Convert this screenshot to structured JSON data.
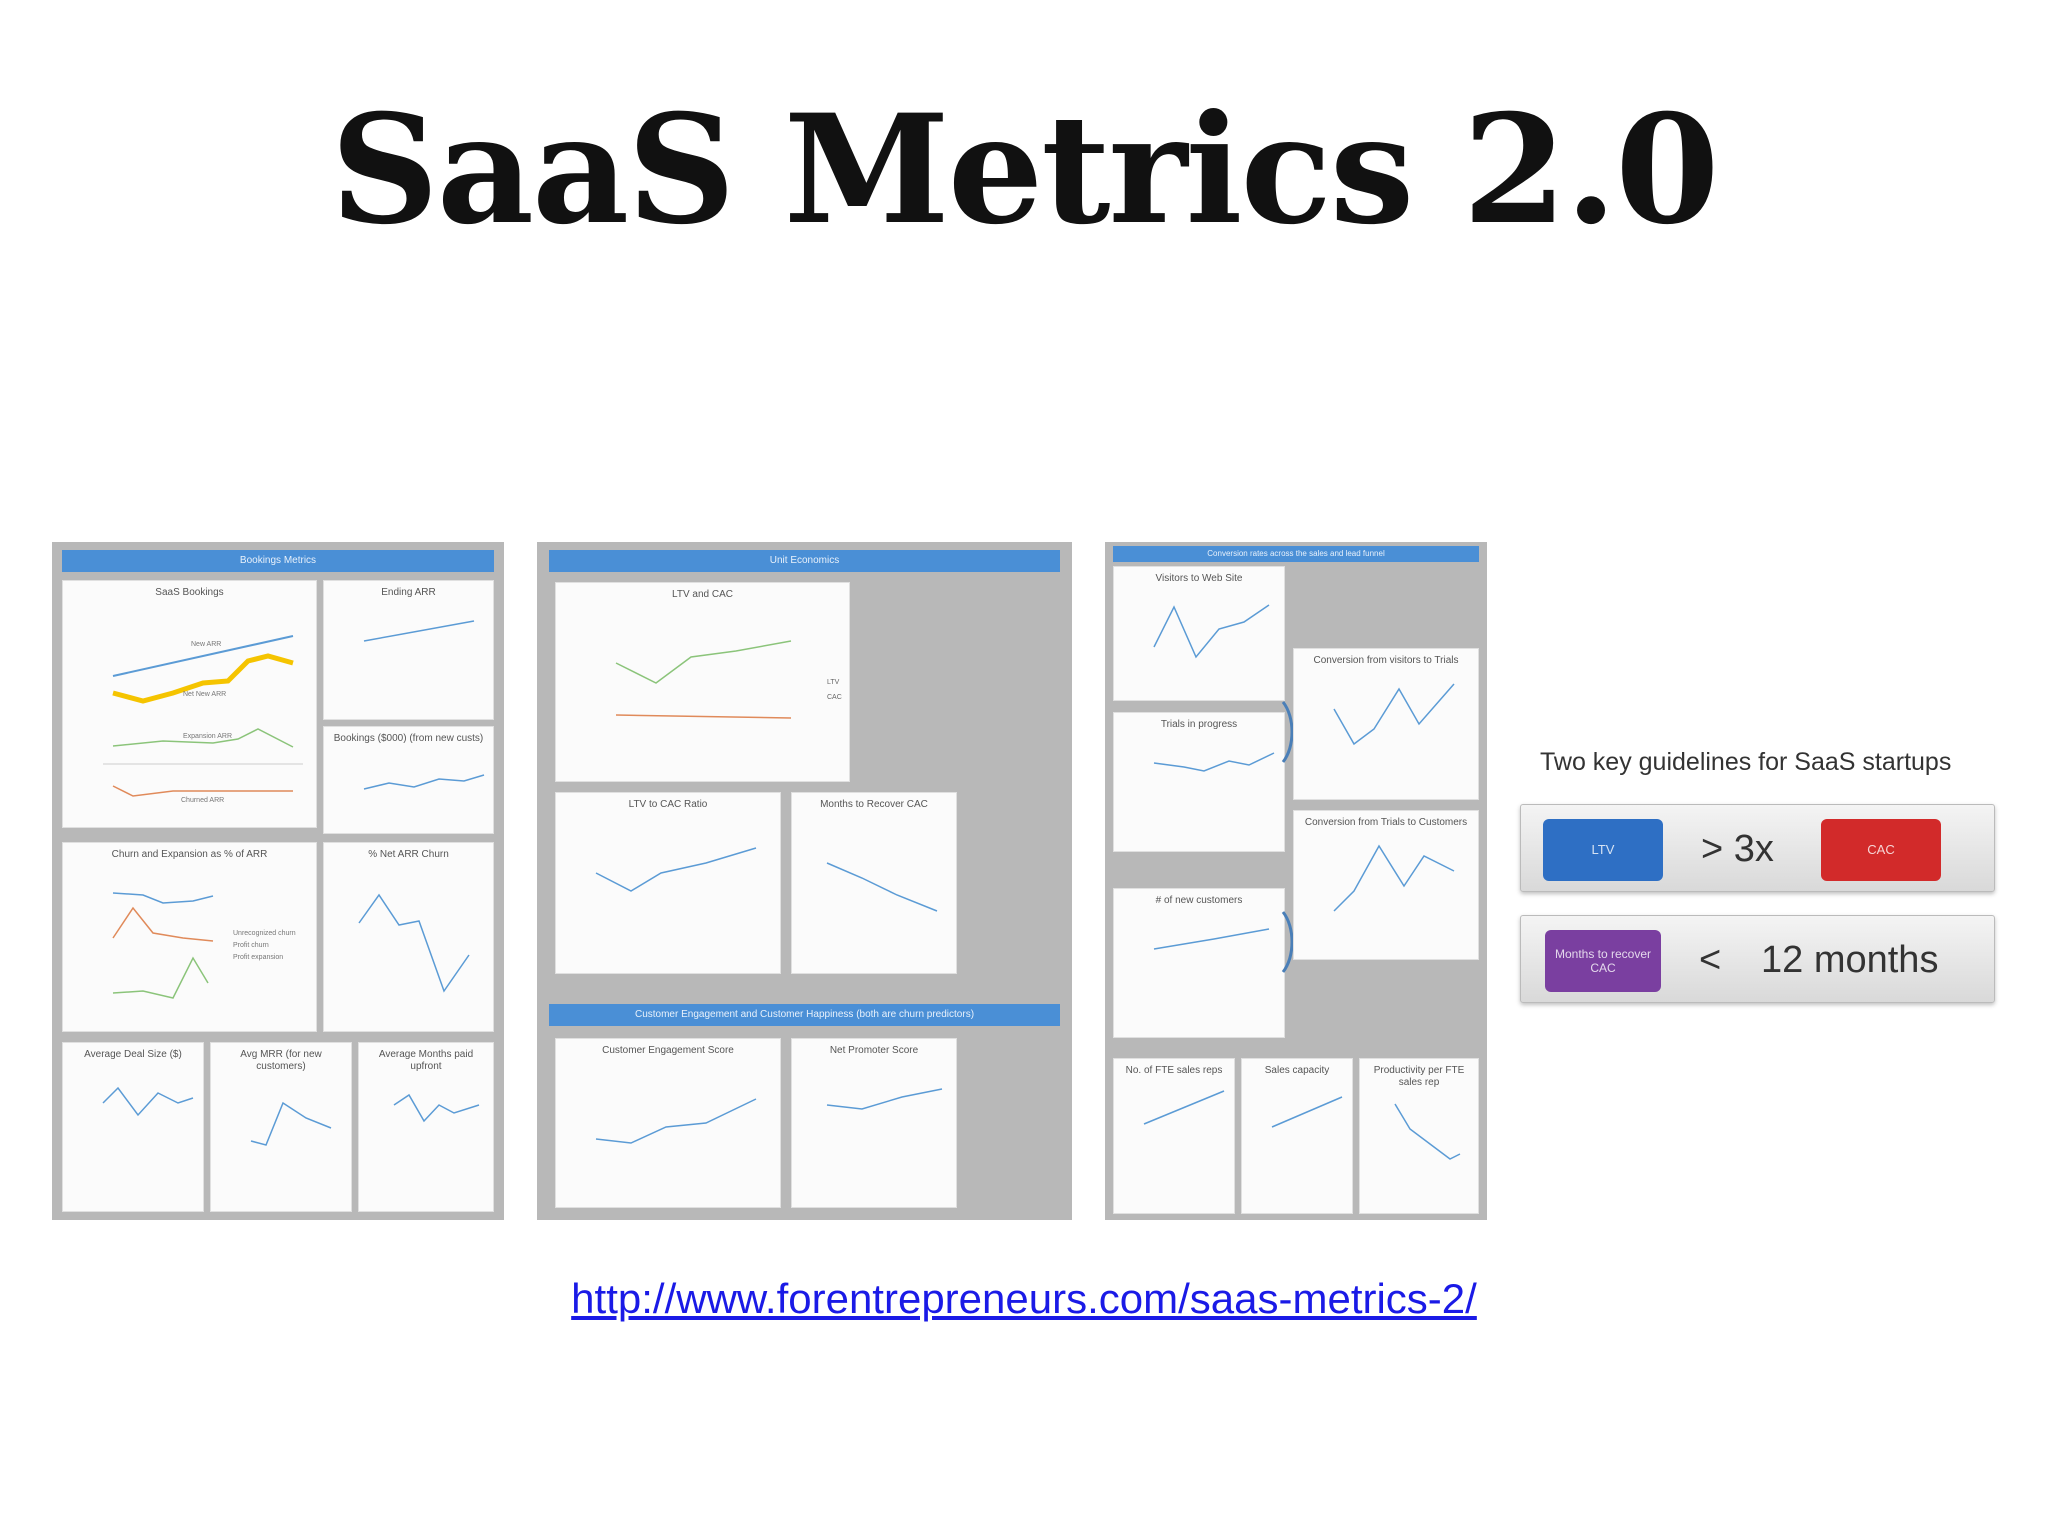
{
  "slide": {
    "title": "SaaS Metrics 2.0",
    "link": "http://www.forentrepreneurs.com/saas-metrics-2/"
  },
  "thumbnails": {
    "panel1": {
      "header": "Bookings Metrics",
      "charts": [
        {
          "title": "SaaS Bookings",
          "labels": [
            "New ARR",
            "Net New ARR",
            "Expansion ARR",
            "Churned ARR"
          ]
        },
        {
          "title": "Ending ARR"
        },
        {
          "title": "Bookings ($000) (from new custs)"
        },
        {
          "title": "Churn and Expansion as % of ARR",
          "legend": [
            "Unrecognized churn",
            "Profit churn",
            "Profit expansion"
          ]
        },
        {
          "title": "% Net ARR Churn"
        },
        {
          "title": "Average Deal Size ($)"
        },
        {
          "title": "Avg MRR (for new customers)"
        },
        {
          "title": "Average Months paid upfront"
        }
      ]
    },
    "panel2": {
      "header": "Unit Economics",
      "header2": "Customer Engagement and Customer Happiness (both are churn predictors)",
      "charts": [
        {
          "title": "LTV and CAC",
          "legend": [
            "LTV",
            "CAC"
          ]
        },
        {
          "title": "LTV to CAC Ratio"
        },
        {
          "title": "Months to Recover CAC"
        },
        {
          "title": "Customer Engagement Score"
        },
        {
          "title": "Net Promoter Score"
        }
      ]
    },
    "panel3": {
      "header": "Conversion rates across the sales and lead funnel",
      "charts": [
        {
          "title": "Visitors to Web Site"
        },
        {
          "title": "Trials in progress"
        },
        {
          "title": "# of new customers"
        },
        {
          "title": "Conversion from visitors to Trials"
        },
        {
          "title": "Conversion from Trials to Customers"
        },
        {
          "title": "No. of FTE sales reps"
        },
        {
          "title": "Sales capacity"
        },
        {
          "title": "Productivity per FTE sales rep"
        }
      ]
    }
  },
  "guidelines": {
    "title": "Two key guidelines for SaaS startups",
    "row1": {
      "left": "LTV",
      "operator": "> 3x",
      "right": "CAC"
    },
    "row2": {
      "left": "Months to recover CAC",
      "operator": "<",
      "value": "12 months"
    }
  },
  "colors": {
    "panel_bg": "#b8b8b8",
    "panel_header": "#4a8fd6",
    "ltv_blue": "#2e6fc4",
    "cac_red": "#d22a2a",
    "months_purple": "#7a3fa0",
    "link": "#1a1ae6",
    "series_blue": "#5b9bd5",
    "series_yellow": "#f5c400",
    "series_green": "#8bc47a",
    "series_orange": "#e08a5a"
  }
}
